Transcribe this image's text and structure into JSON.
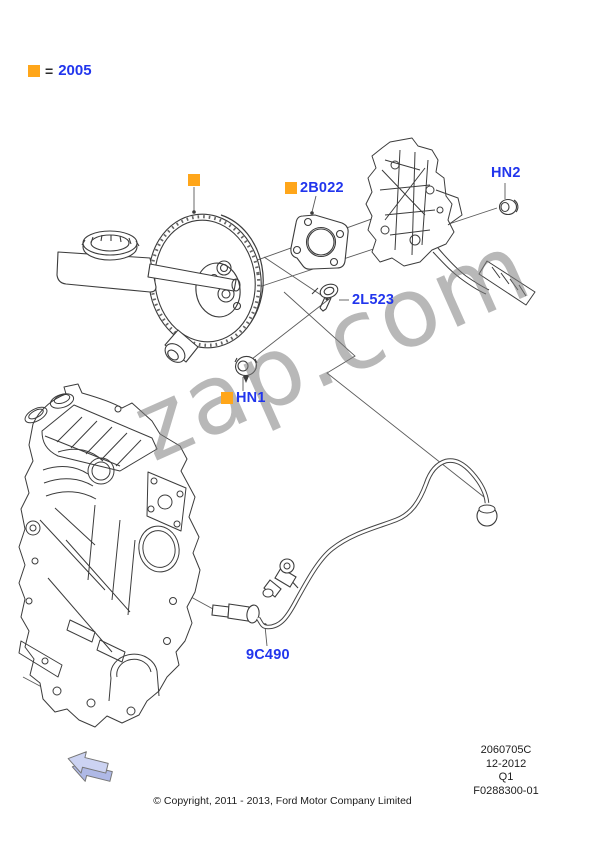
{
  "legend": {
    "equals_sign": "=",
    "year": "2005",
    "marker_icon": "orange-square"
  },
  "parts": {
    "gasket": {
      "label": "2B022",
      "has_marker": true
    },
    "nut_pedal": {
      "label": "HN2",
      "has_marker": false
    },
    "bolt": {
      "label": "2L523",
      "has_marker": false
    },
    "nut_booster": {
      "label": "HN1",
      "has_marker": true
    },
    "hose": {
      "label": "9C490",
      "has_marker": false
    }
  },
  "watermark": {
    "text": "zap.com"
  },
  "footer": {
    "doc_code": "2060705C",
    "date": "12-2012",
    "quarter": "Q1",
    "figure_code": "F0288300-01",
    "copyright": "© Copyright, 2011 - 2013, Ford Motor Company Limited"
  },
  "icons": {
    "year_marker": "orange-square",
    "front_direction": "3d-arrow-down-left"
  },
  "colors": {
    "label_blue": "#2135ED",
    "marker_orange": "#FFA61A",
    "line_dark": "#3C3C3C",
    "watermark_gray": "#7D7D7D",
    "arrow_fill": "#CCD3F2",
    "arrow_side": "#AFB9E6"
  }
}
